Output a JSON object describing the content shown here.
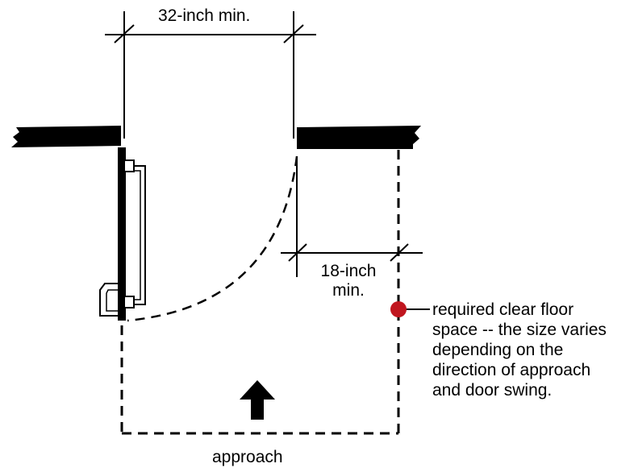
{
  "labels": {
    "width_dimension": "32-inch min.",
    "side_dimension_line1": "18-inch",
    "side_dimension_line2": "min.",
    "note_lines": [
      "required clear floor",
      "space -- the size varies",
      "depending on the",
      "direction of approach",
      "and door swing."
    ],
    "approach": "approach"
  },
  "colors": {
    "ink": "#000000",
    "marker": "#c0161f"
  },
  "icons": {
    "approach_arrow": "up-arrow-icon",
    "floor_space_marker": "red-dot-icon"
  }
}
